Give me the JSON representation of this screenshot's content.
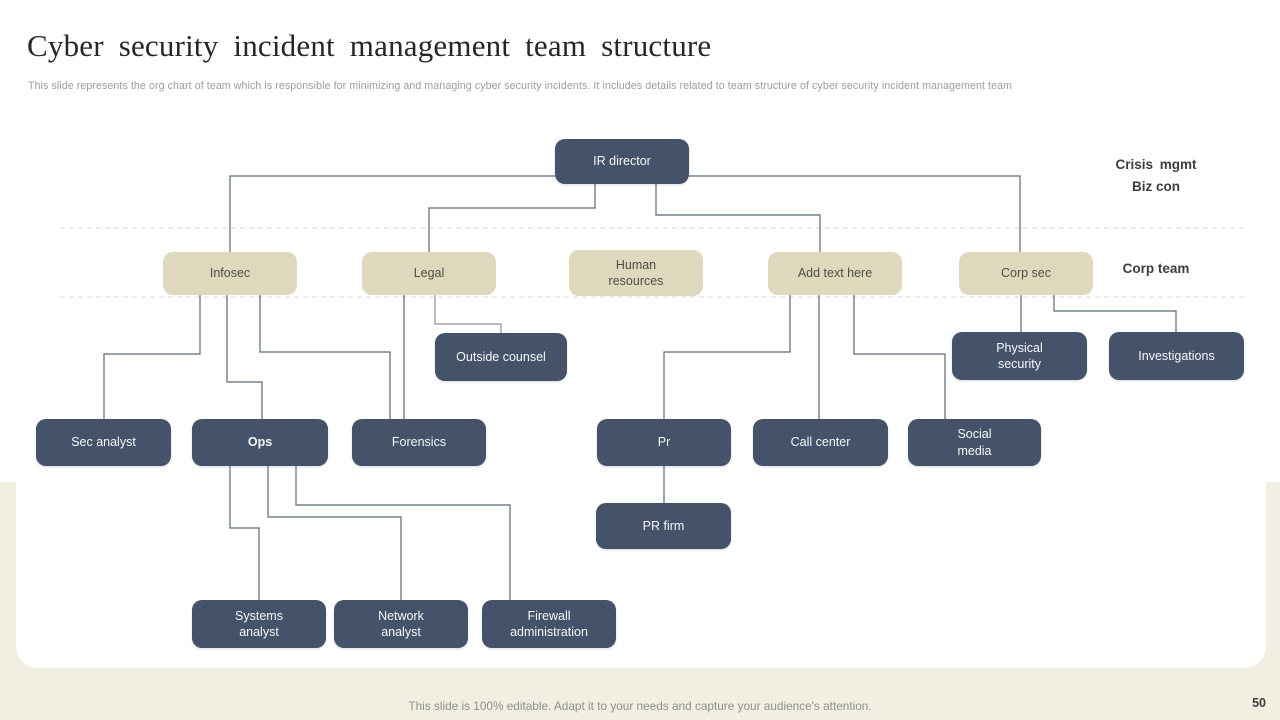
{
  "slide": {
    "title": "Cyber security incident management team structure",
    "subtitle": "This slide represents the org chart of team which is responsible for minimizing and managing cyber security incidents. It includes details related to team structure of cyber security incident management team",
    "footer_note": "This slide is 100% editable. Adapt it to your needs and capture your audience's attention.",
    "page_number": "50"
  },
  "annotations": {
    "crisis_mgmt": "Crisis mgmt",
    "biz_con": "Biz con",
    "corp_team": "Corp team"
  },
  "org_chart": {
    "nodes": {
      "ir_director": {
        "label": "IR director",
        "style": "dark"
      },
      "infosec": {
        "label": "Infosec",
        "style": "beige"
      },
      "legal": {
        "label": "Legal",
        "style": "beige"
      },
      "human_resources": {
        "label": "Human resources",
        "style": "beige"
      },
      "add_text_here": {
        "label": "Add text here",
        "style": "beige"
      },
      "corp_sec": {
        "label": "Corp sec",
        "style": "beige"
      },
      "outside_counsel": {
        "label": "Outside counsel",
        "style": "dark"
      },
      "physical_security": {
        "label": "Physical security",
        "style": "dark"
      },
      "investigations": {
        "label": "Investigations",
        "style": "dark"
      },
      "sec_analyst": {
        "label": "Sec analyst",
        "style": "dark"
      },
      "ops": {
        "label": "Ops",
        "style": "dark",
        "bold": true
      },
      "forensics": {
        "label": "Forensics",
        "style": "dark"
      },
      "pr": {
        "label": "Pr",
        "style": "dark"
      },
      "call_center": {
        "label": "Call center",
        "style": "dark"
      },
      "social_media": {
        "label": "Social media",
        "style": "dark"
      },
      "pr_firm": {
        "label": "PR firm",
        "style": "dark"
      },
      "systems_analyst": {
        "label": "Systems analyst",
        "style": "dark"
      },
      "network_analyst": {
        "label": "Network analyst",
        "style": "dark"
      },
      "firewall_administration": {
        "label": "Firewall administration",
        "style": "dark"
      }
    },
    "edges": [
      {
        "from": "ir_director",
        "to": "infosec"
      },
      {
        "from": "ir_director",
        "to": "legal"
      },
      {
        "from": "ir_director",
        "to": "add_text_here"
      },
      {
        "from": "ir_director",
        "to": "corp_sec"
      },
      {
        "from": "infosec",
        "to": "sec_analyst"
      },
      {
        "from": "infosec",
        "to": "ops"
      },
      {
        "from": "infosec",
        "to": "forensics"
      },
      {
        "from": "legal",
        "to": "outside_counsel"
      },
      {
        "from": "legal",
        "to": "forensics"
      },
      {
        "from": "add_text_here",
        "to": "pr"
      },
      {
        "from": "add_text_here",
        "to": "call_center"
      },
      {
        "from": "add_text_here",
        "to": "social_media"
      },
      {
        "from": "corp_sec",
        "to": "physical_security"
      },
      {
        "from": "corp_sec",
        "to": "investigations"
      },
      {
        "from": "pr",
        "to": "pr_firm"
      },
      {
        "from": "ops",
        "to": "systems_analyst"
      },
      {
        "from": "ops",
        "to": "network_analyst"
      },
      {
        "from": "ops",
        "to": "firewall_administration"
      }
    ]
  },
  "colors": {
    "node_dark": "#44536a",
    "node_beige": "#ded9bd",
    "slide_background": "#f1eee2",
    "connector": "#5b6877"
  }
}
